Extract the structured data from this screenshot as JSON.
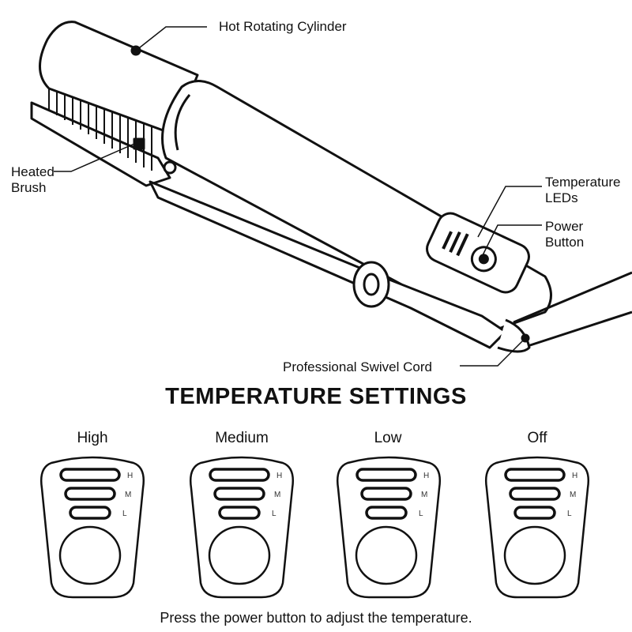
{
  "labels": {
    "cylinder": "Hot Rotating Cylinder",
    "brush": "Heated Brush",
    "leds": "Temperature LEDs",
    "power": "Power Button",
    "cord": "Professional Swivel Cord"
  },
  "section_title": "TEMPERATURE SETTINGS",
  "settings": [
    {
      "name": "High"
    },
    {
      "name": "Medium"
    },
    {
      "name": "Low"
    },
    {
      "name": "Off"
    }
  ],
  "led_letters": [
    "H",
    "M",
    "L"
  ],
  "footer": "Press the power button to adjust the temperature."
}
